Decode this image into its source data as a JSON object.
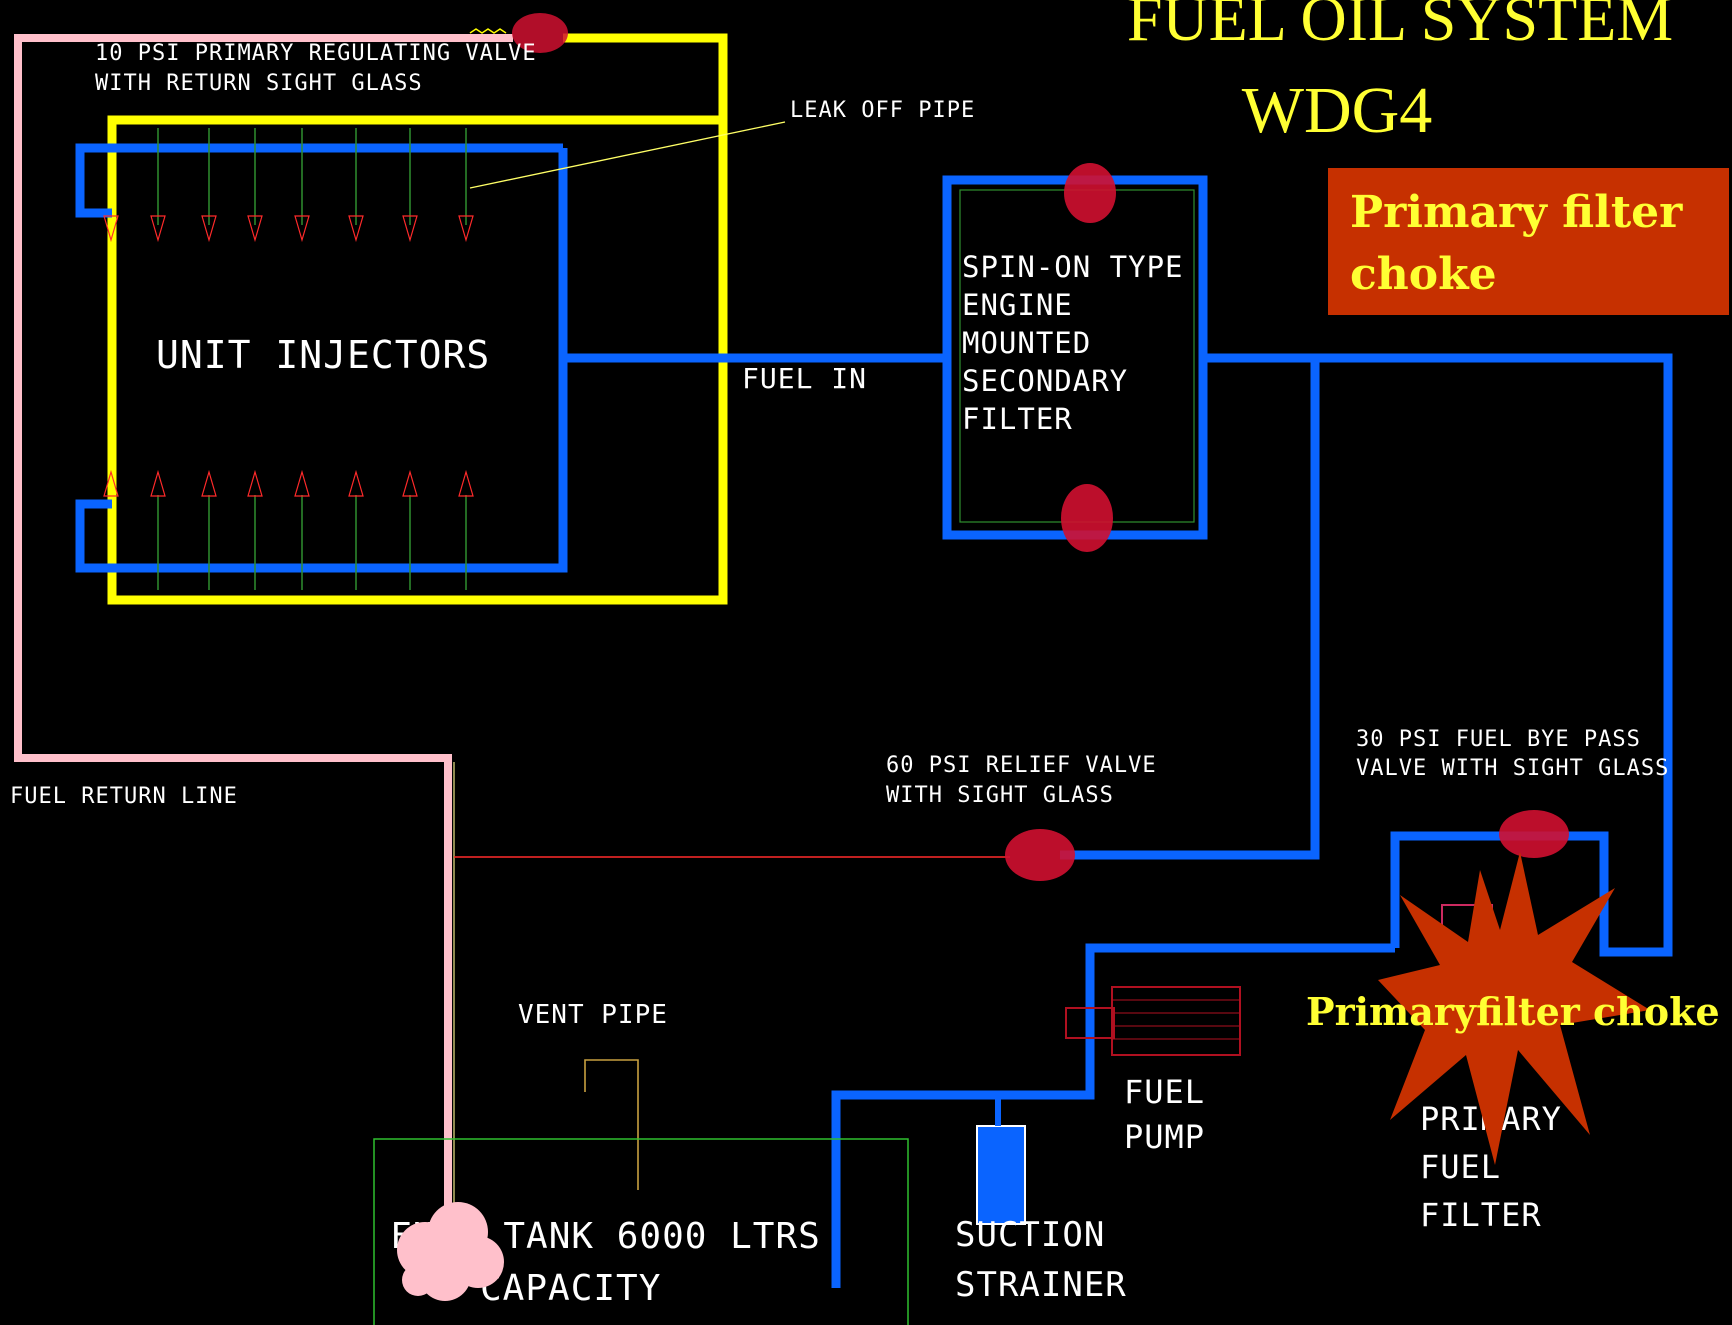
{
  "title": {
    "line1": "FUEL OIL SYSTEM",
    "line2": "WDG4"
  },
  "callout": {
    "line1": "Primary filter",
    "line2": "choke"
  },
  "burst_label": "Primaryfilter choke",
  "labels": {
    "regulating_valve_1": "10 PSI PRIMARY REGULATING VALVE",
    "regulating_valve_2": "WITH RETURN SIGHT GLASS",
    "leak_off": "LEAK OFF PIPE",
    "unit_injectors": "UNIT INJECTORS",
    "fuel_in": "FUEL IN",
    "secondary_filter": [
      "SPIN-ON TYPE",
      "ENGINE",
      "MOUNTED",
      "SECONDARY",
      "FILTER"
    ],
    "bypass_valve_1": "30 PSI FUEL BYE PASS",
    "bypass_valve_2": "VALVE WITH SIGHT GLASS",
    "relief_valve_1": "60 PSI RELIEF VALVE",
    "relief_valve_2": "WITH SIGHT GLASS",
    "fuel_return": "FUEL RETURN LINE",
    "vent_pipe": "VENT PIPE",
    "fuel_pump_1": "FUEL",
    "fuel_pump_2": "PUMP",
    "primary_filter": [
      "PRIMARY",
      "FUEL",
      "FILTER"
    ],
    "tank_1": "FUEL TANK 6000 LTRS",
    "tank_2": "CAPACITY",
    "strainer_1": "SUCTION",
    "strainer_2": "STRAINER"
  },
  "colors": {
    "supply_line": "#0a64ff",
    "leak_off_line": "#ffff00",
    "return_line": "#ffc0cb",
    "callout_fill": "#c63000",
    "callout_text": "#ffff33"
  }
}
